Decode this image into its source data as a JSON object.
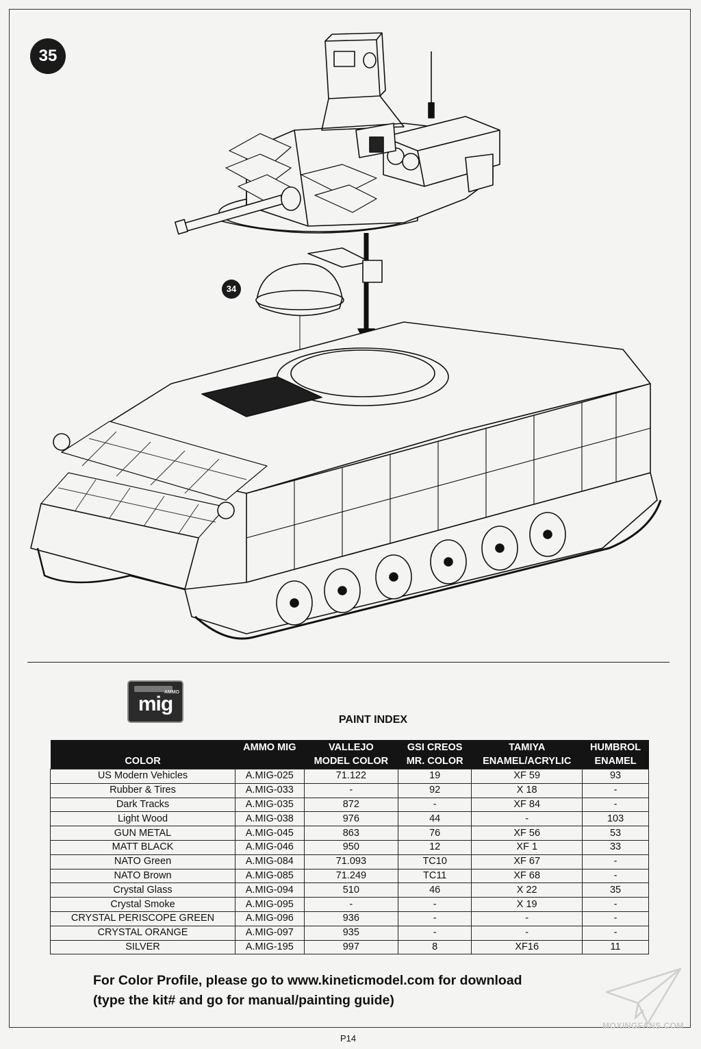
{
  "step": {
    "main_number": "35",
    "sub_number": "34"
  },
  "paint_index": {
    "title": "PAINT INDEX",
    "logo": {
      "brand_small": "AMMO",
      "brand": "mig"
    },
    "headers": [
      {
        "line1": "",
        "line2": "COLOR"
      },
      {
        "line1": "AMMO MIG",
        "line2": ""
      },
      {
        "line1": "VALLEJO",
        "line2": "MODEL COLOR"
      },
      {
        "line1": "GSI CREOS",
        "line2": "MR. COLOR"
      },
      {
        "line1": "TAMIYA",
        "line2": "ENAMEL/ACRYLIC"
      },
      {
        "line1": "HUMBROL",
        "line2": "ENAMEL"
      }
    ],
    "rows": [
      [
        "US Modern Vehicles",
        "A.MIG-025",
        "71.122",
        "19",
        "XF 59",
        "93"
      ],
      [
        "Rubber & Tires",
        "A.MIG-033",
        "-",
        "92",
        "X 18",
        "-"
      ],
      [
        "Dark Tracks",
        "A.MIG-035",
        "872",
        "-",
        "XF 84",
        "-"
      ],
      [
        "Light Wood",
        "A.MIG-038",
        "976",
        "44",
        "-",
        "103"
      ],
      [
        "GUN METAL",
        "A.MIG-045",
        "863",
        "76",
        "XF 56",
        "53"
      ],
      [
        "MATT BLACK",
        "A.MIG-046",
        "950",
        "12",
        "XF 1",
        "33"
      ],
      [
        "NATO Green",
        "A.MIG-084",
        "71.093",
        "TC10",
        "XF 67",
        "-"
      ],
      [
        "NATO Brown",
        "A.MIG-085",
        "71.249",
        "TC11",
        "XF 68",
        "-"
      ],
      [
        "Crystal Glass",
        "A.MIG-094",
        "510",
        "46",
        "X 22",
        "35"
      ],
      [
        "Crystal Smoke",
        "A.MIG-095",
        "-",
        "-",
        "X 19",
        "-"
      ],
      [
        "CRYSTAL PERISCOPE GREEN",
        "A.MIG-096",
        "936",
        "-",
        "-",
        "-"
      ],
      [
        "CRYSTAL ORANGE",
        "A.MIG-097",
        "935",
        "-",
        "-",
        "-"
      ],
      [
        "SILVER",
        "A.MIG-195",
        "997",
        "8",
        "XF16",
        "11"
      ]
    ]
  },
  "footer": {
    "line1": "For Color Profile, please go to www.kineticmodel.com for download",
    "line2": "(type the kit# and go for manual/painting guide)"
  },
  "watermark": "MOXINGFANS.COM",
  "page_number": "P14",
  "colors": {
    "ink": "#111111",
    "header_bg": "#141414",
    "paper": "#f4f4f2"
  }
}
